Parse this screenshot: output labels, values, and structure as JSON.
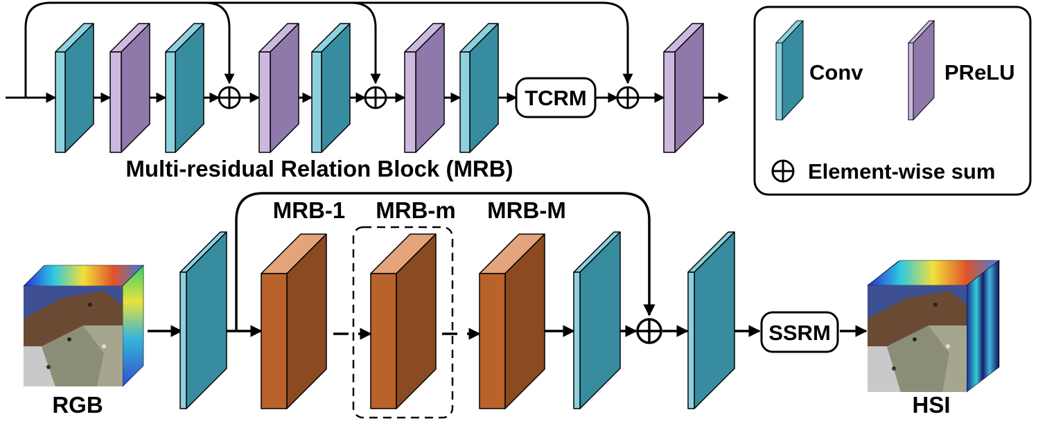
{
  "colors": {
    "conv_face": "#378d9f",
    "conv_side": "#8ed1de",
    "prelu_face": "#8f79ab",
    "prelu_side": "#cdb9df",
    "mrb_face": "#8a4b21",
    "mrb_front": "#b9622b",
    "mrb_top": "#e3a47c",
    "stroke": "#000000"
  },
  "mrb_block": {
    "title": "Multi-residual Relation Block (MRB)",
    "layers": [
      "Conv",
      "PReLU",
      "Conv",
      "PReLU",
      "Conv",
      "PReLU",
      "Conv",
      "PReLU"
    ],
    "module": "TCRM",
    "sum_symbol": "element-wise-sum-icon"
  },
  "legend": {
    "conv_label": "Conv",
    "prelu_label": "PReLU",
    "sum_label": "Element-wise sum"
  },
  "pipeline": {
    "input_label": "RGB",
    "output_label": "HSI",
    "module": "SSRM",
    "mrb_labels": [
      "MRB-1",
      "MRB-m",
      "MRB-M"
    ]
  }
}
